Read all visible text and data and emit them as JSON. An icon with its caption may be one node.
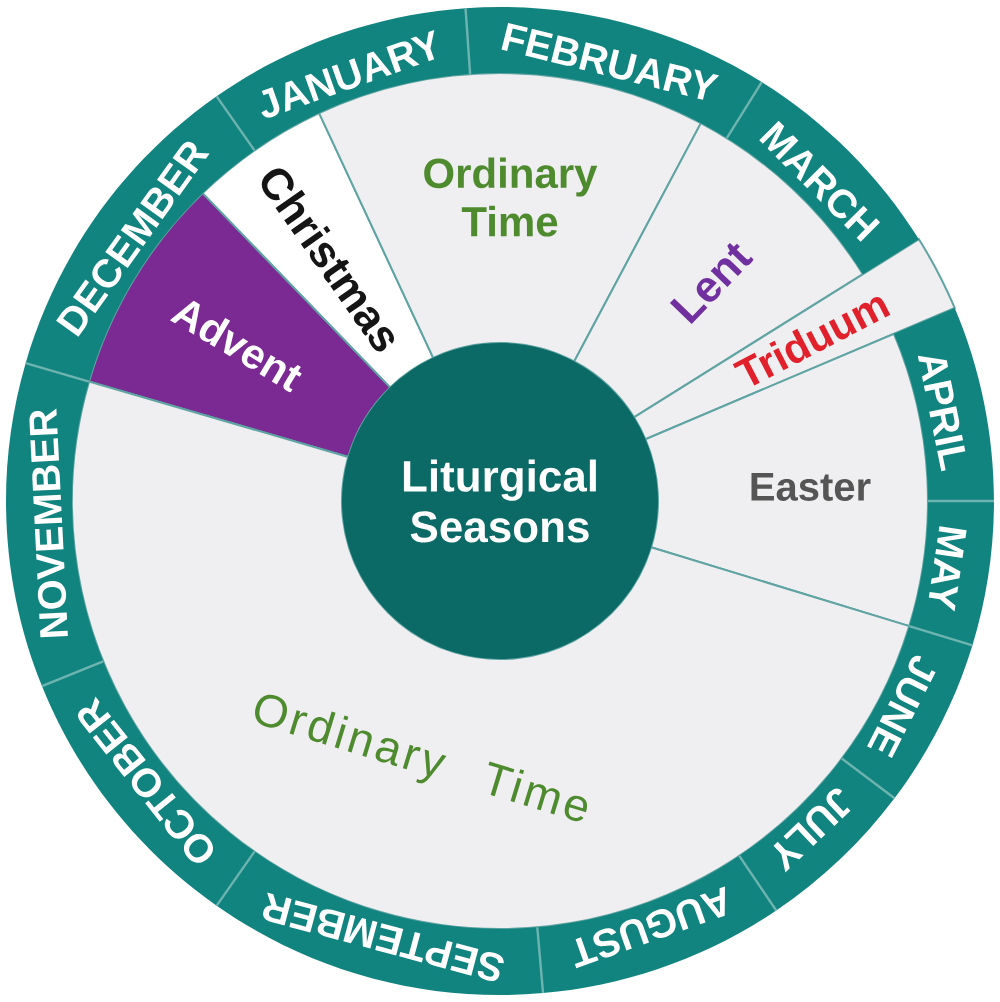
{
  "diagram": {
    "nodes": [
      {
        "text": [
          "JANUARY"
        ]
      },
      {
        "text": [
          "FEBRUARY"
        ]
      },
      {
        "text": [
          "MARCH"
        ]
      },
      {
        "text": [
          "APRIL"
        ]
      },
      {
        "text": [
          "MAY"
        ]
      },
      {
        "text": [
          "JUNE"
        ]
      },
      {
        "text": [
          "JULY"
        ]
      },
      {
        "text": [
          "AUGUST"
        ]
      },
      {
        "text": [
          "SEPTEMBER"
        ]
      },
      {
        "text": [
          "OCTOBER"
        ]
      },
      {
        "text": [
          "NOVEMBER"
        ]
      },
      {
        "text": [
          "DECEMBER"
        ]
      },
      {
        "text": [
          "Advent"
        ]
      },
      {
        "text": [
          "Christmas"
        ]
      },
      {
        "text": [
          "Ordinary Time"
        ]
      },
      {
        "text": [
          "Lent"
        ]
      },
      {
        "text": [
          "Triduum"
        ]
      },
      {
        "text": [
          "Easter"
        ]
      },
      {
        "text": [
          "Ordinary Time"
        ]
      },
      {
        "text": [
          "Liturgical Seasons"
        ]
      }
    ]
  }
}
